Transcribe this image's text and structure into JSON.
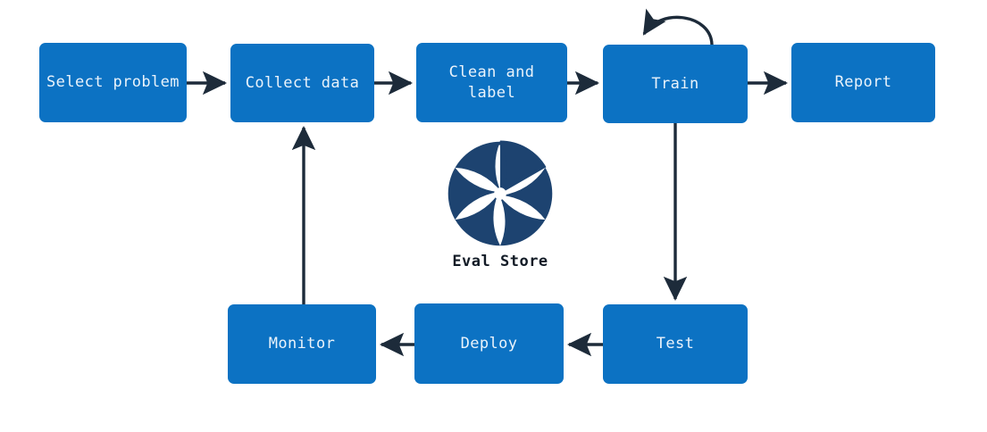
{
  "diagram": {
    "title": "ML lifecycle flowchart with Eval Store",
    "background_color": "#ffffff",
    "node_fill_color": "#0c72c3",
    "node_text_color": "#eaf3fb",
    "edge_color": "#1d2b3a",
    "logo_color": "#1d4370"
  },
  "nodes": {
    "select_problem": {
      "label": "Select problem"
    },
    "collect_data": {
      "label": "Collect data"
    },
    "clean_label": {
      "label": "Clean and\nlabel"
    },
    "train": {
      "label": "Train"
    },
    "report": {
      "label": "Report"
    },
    "monitor": {
      "label": "Monitor"
    },
    "deploy": {
      "label": "Deploy"
    },
    "test": {
      "label": "Test"
    }
  },
  "logo": {
    "name": "aperture-icon",
    "label": "Eval Store"
  },
  "edges": [
    {
      "name": "select-problem-to-collect-data",
      "from": "Select problem",
      "to": "Collect data",
      "direction": "right"
    },
    {
      "name": "collect-data-to-clean-and-label",
      "from": "Collect data",
      "to": "Clean and label",
      "direction": "right"
    },
    {
      "name": "clean-and-label-to-train",
      "from": "Clean and label",
      "to": "Train",
      "direction": "right"
    },
    {
      "name": "train-to-report",
      "from": "Train",
      "to": "Report",
      "direction": "right"
    },
    {
      "name": "train-self-loop",
      "from": "Train",
      "to": "Train",
      "direction": "loop"
    },
    {
      "name": "train-to-test",
      "from": "Train",
      "to": "Test",
      "direction": "down"
    },
    {
      "name": "test-to-deploy",
      "from": "Test",
      "to": "Deploy",
      "direction": "left"
    },
    {
      "name": "deploy-to-monitor",
      "from": "Deploy",
      "to": "Monitor",
      "direction": "left"
    },
    {
      "name": "monitor-to-collect-data",
      "from": "Monitor",
      "to": "Collect data",
      "direction": "up"
    }
  ]
}
